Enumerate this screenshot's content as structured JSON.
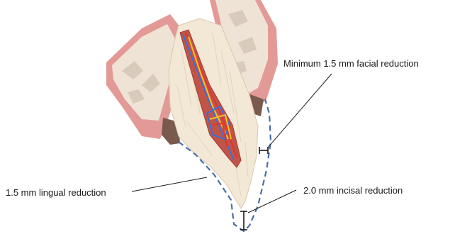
{
  "labels": {
    "facial": "Minimum 1.5 mm facial reduction",
    "lingual": "1.5 mm lingual reduction",
    "incisal": "2.0 mm incisal reduction"
  },
  "colors": {
    "gum": "#e39a96",
    "gum_dark": "#c9706e",
    "bone": "#efe3d6",
    "enamel": "#f3e8d6",
    "pulp_bg": "#b3473f",
    "prep_outline": "#4a6fa5",
    "nerve_blue": "#3a6fd8",
    "nerve_red": "#e0342c",
    "nerve_yellow": "#f2c12e"
  }
}
